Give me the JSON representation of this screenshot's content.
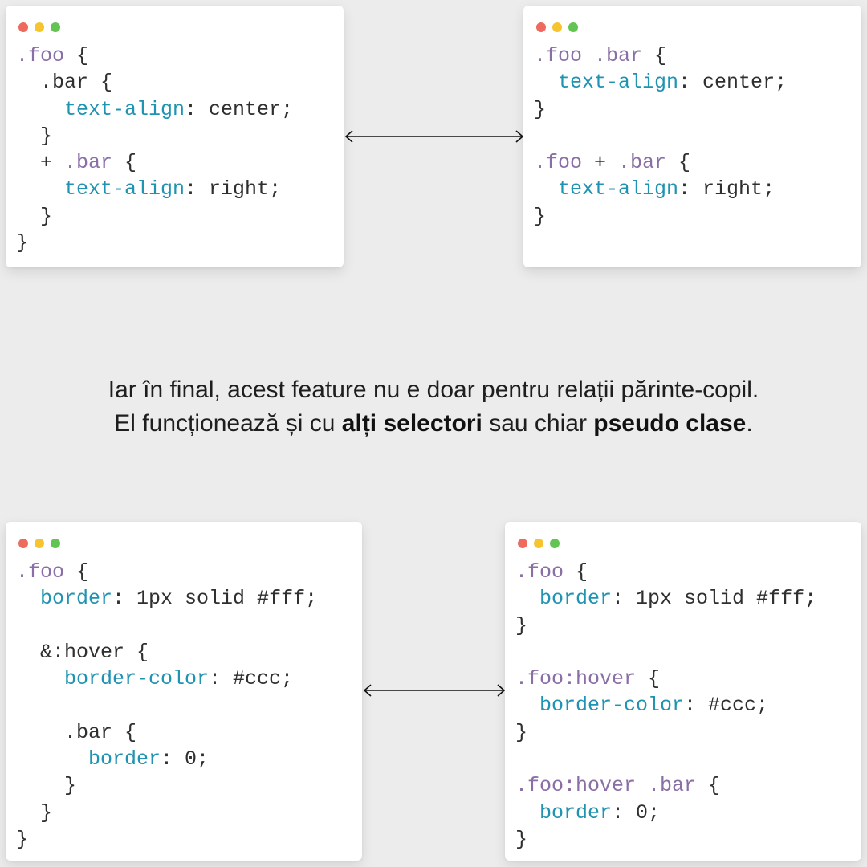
{
  "cards": {
    "top_left": {
      "lines": [
        [
          {
            "t": ".foo",
            "c": "sel"
          },
          {
            "t": " {",
            "c": "plain"
          }
        ],
        [
          {
            "t": "  .bar {",
            "c": "plain"
          }
        ],
        [
          {
            "t": "    ",
            "c": "plain"
          },
          {
            "t": "text-align",
            "c": "prop"
          },
          {
            "t": ": center;",
            "c": "plain"
          }
        ],
        [
          {
            "t": "  }",
            "c": "plain"
          }
        ],
        [
          {
            "t": "  + ",
            "c": "plain"
          },
          {
            "t": ".bar",
            "c": "sel"
          },
          {
            "t": " {",
            "c": "plain"
          }
        ],
        [
          {
            "t": "    ",
            "c": "plain"
          },
          {
            "t": "text-align",
            "c": "prop"
          },
          {
            "t": ": right;",
            "c": "plain"
          }
        ],
        [
          {
            "t": "  }",
            "c": "plain"
          }
        ],
        [
          {
            "t": "}",
            "c": "plain"
          }
        ]
      ]
    },
    "top_right": {
      "lines": [
        [
          {
            "t": ".foo .bar",
            "c": "sel"
          },
          {
            "t": " {",
            "c": "plain"
          }
        ],
        [
          {
            "t": "  ",
            "c": "plain"
          },
          {
            "t": "text-align",
            "c": "prop"
          },
          {
            "t": ": center;",
            "c": "plain"
          }
        ],
        [
          {
            "t": "}",
            "c": "plain"
          }
        ],
        [
          {
            "t": "",
            "c": "plain"
          }
        ],
        [
          {
            "t": ".foo",
            "c": "sel"
          },
          {
            "t": " + ",
            "c": "plain"
          },
          {
            "t": ".bar",
            "c": "sel"
          },
          {
            "t": " {",
            "c": "plain"
          }
        ],
        [
          {
            "t": "  ",
            "c": "plain"
          },
          {
            "t": "text-align",
            "c": "prop"
          },
          {
            "t": ": right;",
            "c": "plain"
          }
        ],
        [
          {
            "t": "}",
            "c": "plain"
          }
        ]
      ]
    },
    "bottom_left": {
      "lines": [
        [
          {
            "t": ".foo",
            "c": "sel"
          },
          {
            "t": " {",
            "c": "plain"
          }
        ],
        [
          {
            "t": "  ",
            "c": "plain"
          },
          {
            "t": "border",
            "c": "prop"
          },
          {
            "t": ": 1px solid #fff;",
            "c": "plain"
          }
        ],
        [
          {
            "t": "",
            "c": "plain"
          }
        ],
        [
          {
            "t": "  &:hover {",
            "c": "plain"
          }
        ],
        [
          {
            "t": "    ",
            "c": "plain"
          },
          {
            "t": "border-color",
            "c": "prop"
          },
          {
            "t": ": #ccc;",
            "c": "plain"
          }
        ],
        [
          {
            "t": "",
            "c": "plain"
          }
        ],
        [
          {
            "t": "    .bar {",
            "c": "plain"
          }
        ],
        [
          {
            "t": "      ",
            "c": "plain"
          },
          {
            "t": "border",
            "c": "prop"
          },
          {
            "t": ": 0;",
            "c": "plain"
          }
        ],
        [
          {
            "t": "    }",
            "c": "plain"
          }
        ],
        [
          {
            "t": "  }",
            "c": "plain"
          }
        ],
        [
          {
            "t": "}",
            "c": "plain"
          }
        ]
      ]
    },
    "bottom_right": {
      "lines": [
        [
          {
            "t": ".foo",
            "c": "sel"
          },
          {
            "t": " {",
            "c": "plain"
          }
        ],
        [
          {
            "t": "  ",
            "c": "plain"
          },
          {
            "t": "border",
            "c": "prop"
          },
          {
            "t": ": 1px solid #fff;",
            "c": "plain"
          }
        ],
        [
          {
            "t": "}",
            "c": "plain"
          }
        ],
        [
          {
            "t": "",
            "c": "plain"
          }
        ],
        [
          {
            "t": ".foo:hover",
            "c": "sel"
          },
          {
            "t": " {",
            "c": "plain"
          }
        ],
        [
          {
            "t": "  ",
            "c": "plain"
          },
          {
            "t": "border-color",
            "c": "prop"
          },
          {
            "t": ": #ccc;",
            "c": "plain"
          }
        ],
        [
          {
            "t": "}",
            "c": "plain"
          }
        ],
        [
          {
            "t": "",
            "c": "plain"
          }
        ],
        [
          {
            "t": ".foo:hover .bar",
            "c": "sel"
          },
          {
            "t": " {",
            "c": "plain"
          }
        ],
        [
          {
            "t": "  ",
            "c": "plain"
          },
          {
            "t": "border",
            "c": "prop"
          },
          {
            "t": ": 0;",
            "c": "plain"
          }
        ],
        [
          {
            "t": "}",
            "c": "plain"
          }
        ]
      ]
    }
  },
  "caption": {
    "line1": "Iar în final, acest feature nu e doar pentru relații părinte-copil.",
    "line2_pre": "El funcționează și cu ",
    "line2_bold1": "alți selectori",
    "line2_mid": " sau chiar ",
    "line2_bold2": "pseudo clase",
    "line2_end": "."
  },
  "colors": {
    "selector": "#8a6ea6",
    "property": "#1f93b2",
    "text": "#2f2f2f",
    "dot_red": "#ee6a5f",
    "dot_yellow": "#f5c42f",
    "dot_green": "#63c454"
  },
  "icons": {
    "window_controls": [
      "close-dot",
      "minimize-dot",
      "maximize-dot"
    ],
    "connector": "double-headed-arrow"
  }
}
